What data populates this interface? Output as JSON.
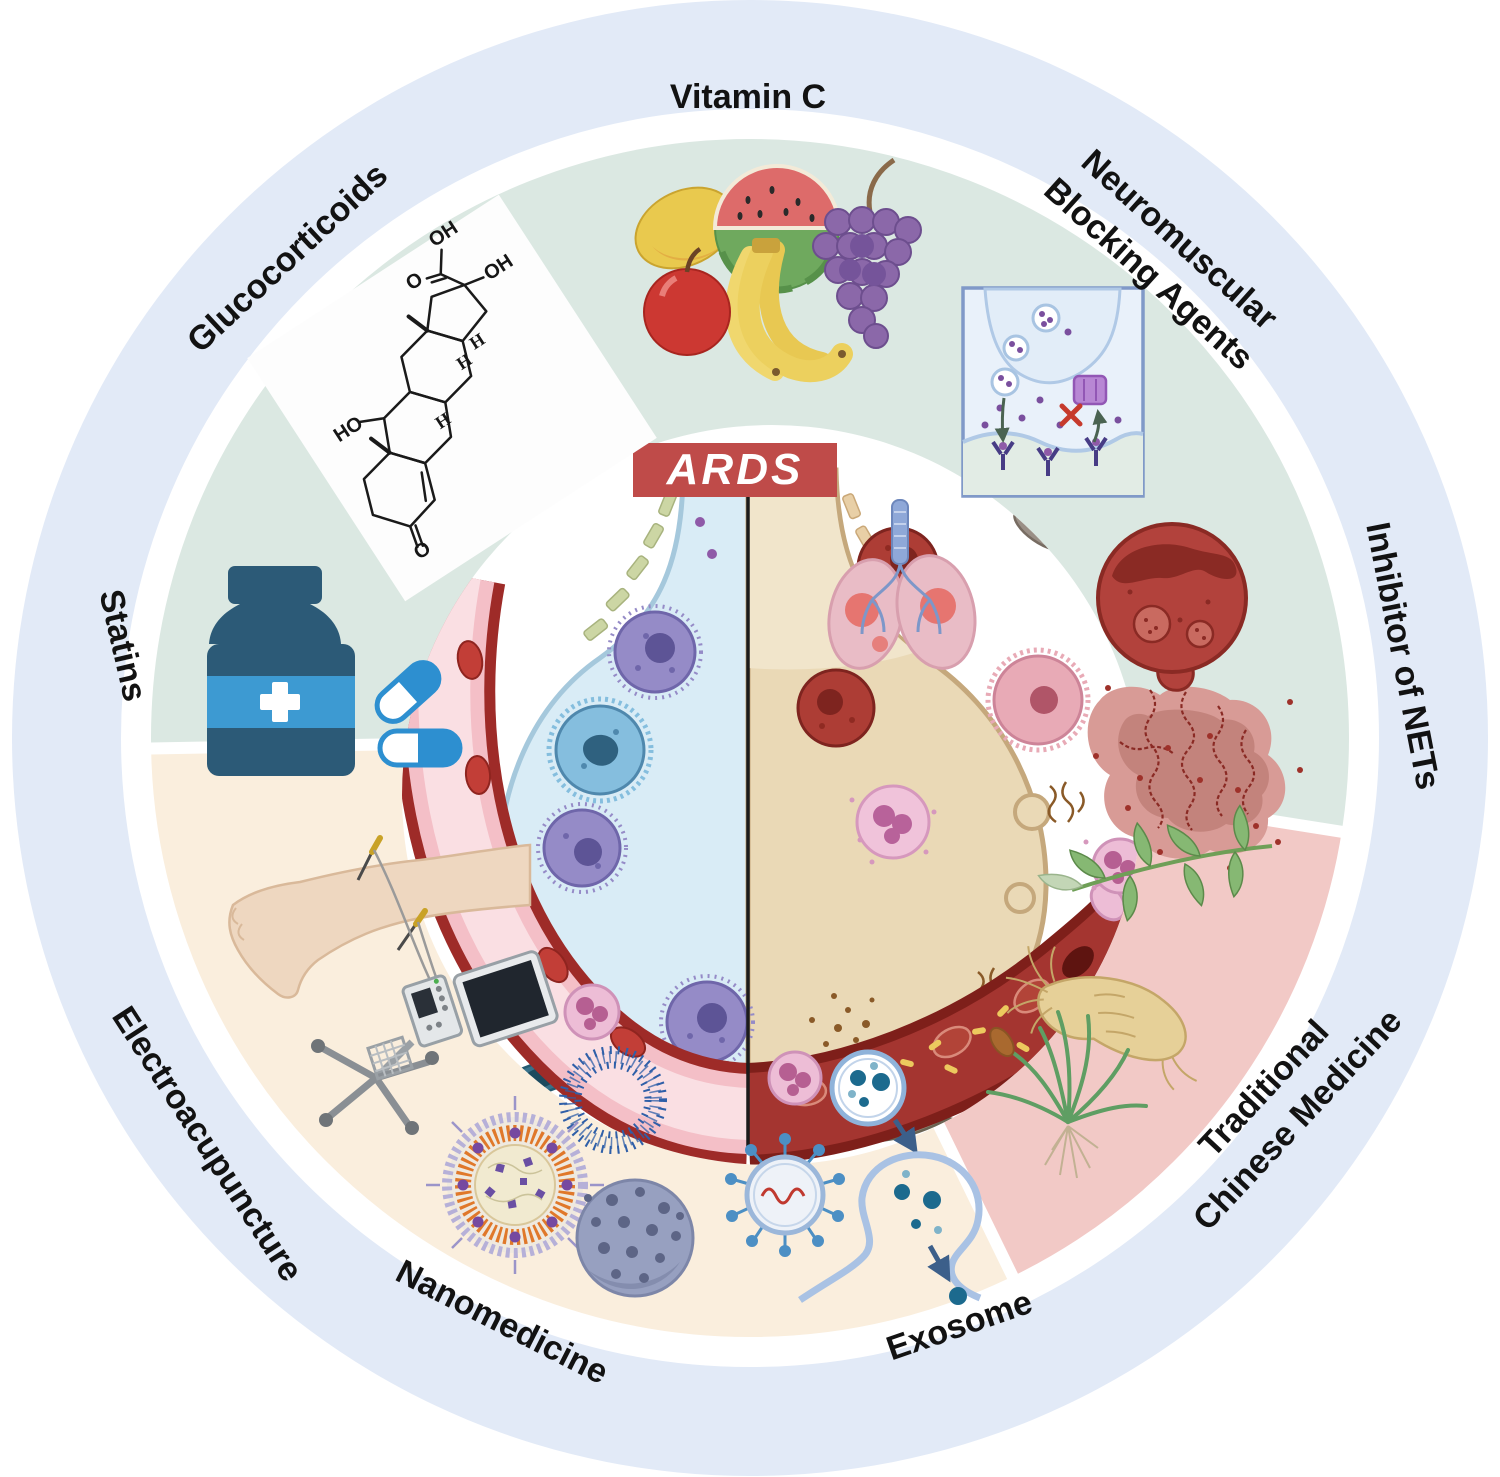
{
  "badge": {
    "text": "ARDS"
  },
  "ring_labels": {
    "vitamin_c": "Vitamin C",
    "nmba_line1": "Neuromuscular",
    "nmba_line2": "Blocking Agents",
    "inhibitor_nets": "Inhibitor of NETs",
    "tcm_line1": "Traditional",
    "tcm_line2": "Chinese Medicine",
    "exosome": "Exosome",
    "nanomedicine": "Nanomedicine",
    "electroacupuncture": "Electroacupuncture",
    "statins": "Statins",
    "glucocorticoids": "Glucocorticoids"
  },
  "molecule_labels": {
    "oh_chain": "OH",
    "o_ketone_top": "O",
    "oh_c17": "OH",
    "ho_c11": "HO",
    "o_c3": "O",
    "h1": "H",
    "h2": "H",
    "h3": "H"
  },
  "colors": {
    "outer_ring": "#e2eaf7",
    "sector_green": "#dbe8e2",
    "sector_pink": "#f2c9c6",
    "sector_cream": "#faeedd",
    "badge_red": "#bf4b49",
    "statins_dark_blue": "#2c5a77",
    "statins_light_blue": "#3d9ad2",
    "label_text": "#121212"
  },
  "icons": [
    "cortisol-structure-icon",
    "vitamin-c-fruits-icon",
    "neuromuscular-junction-icon",
    "neutrophil-net-icon",
    "tcm-herbs-icon",
    "exosome-diagram-icon",
    "nanoparticles-icon",
    "electroacupuncture-icon",
    "pill-bottle-icon",
    "ards-alveolus-illustration",
    "lungs-icon"
  ]
}
